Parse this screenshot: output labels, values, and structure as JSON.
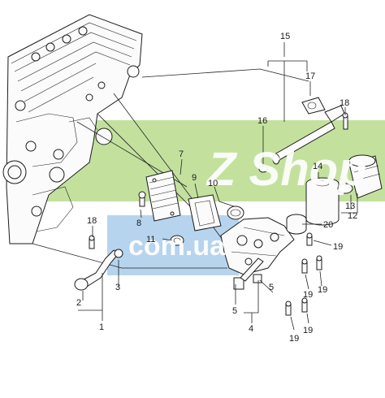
{
  "diagram": {
    "callouts": [
      {
        "id": "c1",
        "text": "1"
      },
      {
        "id": "c2",
        "text": "2"
      },
      {
        "id": "c3",
        "text": "3"
      },
      {
        "id": "c4",
        "text": "4"
      },
      {
        "id": "c5a",
        "text": "5"
      },
      {
        "id": "c5b",
        "text": "5"
      },
      {
        "id": "c7",
        "text": "7"
      },
      {
        "id": "c8",
        "text": "8"
      },
      {
        "id": "c9",
        "text": "9"
      },
      {
        "id": "c10",
        "text": "10"
      },
      {
        "id": "c11",
        "text": "11"
      },
      {
        "id": "c12",
        "text": "12"
      },
      {
        "id": "c13",
        "text": "13"
      },
      {
        "id": "c14",
        "text": "14"
      },
      {
        "id": "c15",
        "text": "15"
      },
      {
        "id": "c16",
        "text": "16"
      },
      {
        "id": "c17",
        "text": "17"
      },
      {
        "id": "c18a",
        "text": "18"
      },
      {
        "id": "c18b",
        "text": "18"
      },
      {
        "id": "c19a",
        "text": "19"
      },
      {
        "id": "c19b",
        "text": "19"
      },
      {
        "id": "c19c",
        "text": "19"
      },
      {
        "id": "c19d",
        "text": "19"
      },
      {
        "id": "c19e",
        "text": "19"
      },
      {
        "id": "c20",
        "text": "20"
      }
    ]
  },
  "watermark": {
    "shop": "Z Shop",
    "domain": "com.ua",
    "green": "#b9dc8c",
    "blue": "#a9cdea"
  }
}
